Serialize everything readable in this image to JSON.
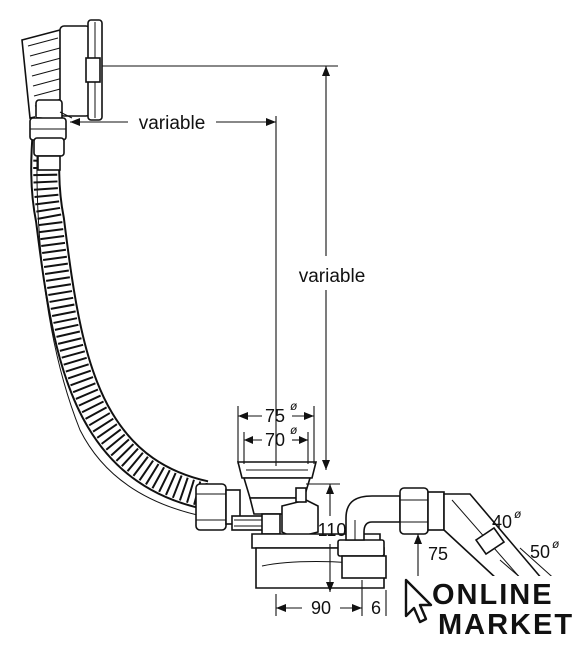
{
  "labels": {
    "horizontal_variable": "variable",
    "vertical_variable": "variable",
    "outer_diameter": "75",
    "inner_diameter": "70",
    "diameter_symbol": "ø",
    "height_110": "110",
    "width_90": "90",
    "width_6": "6",
    "height_75": "75",
    "pipe_40": "40",
    "pipe_50": "50"
  },
  "watermark": {
    "line1": "ONLINE",
    "line2": "MARKET"
  }
}
